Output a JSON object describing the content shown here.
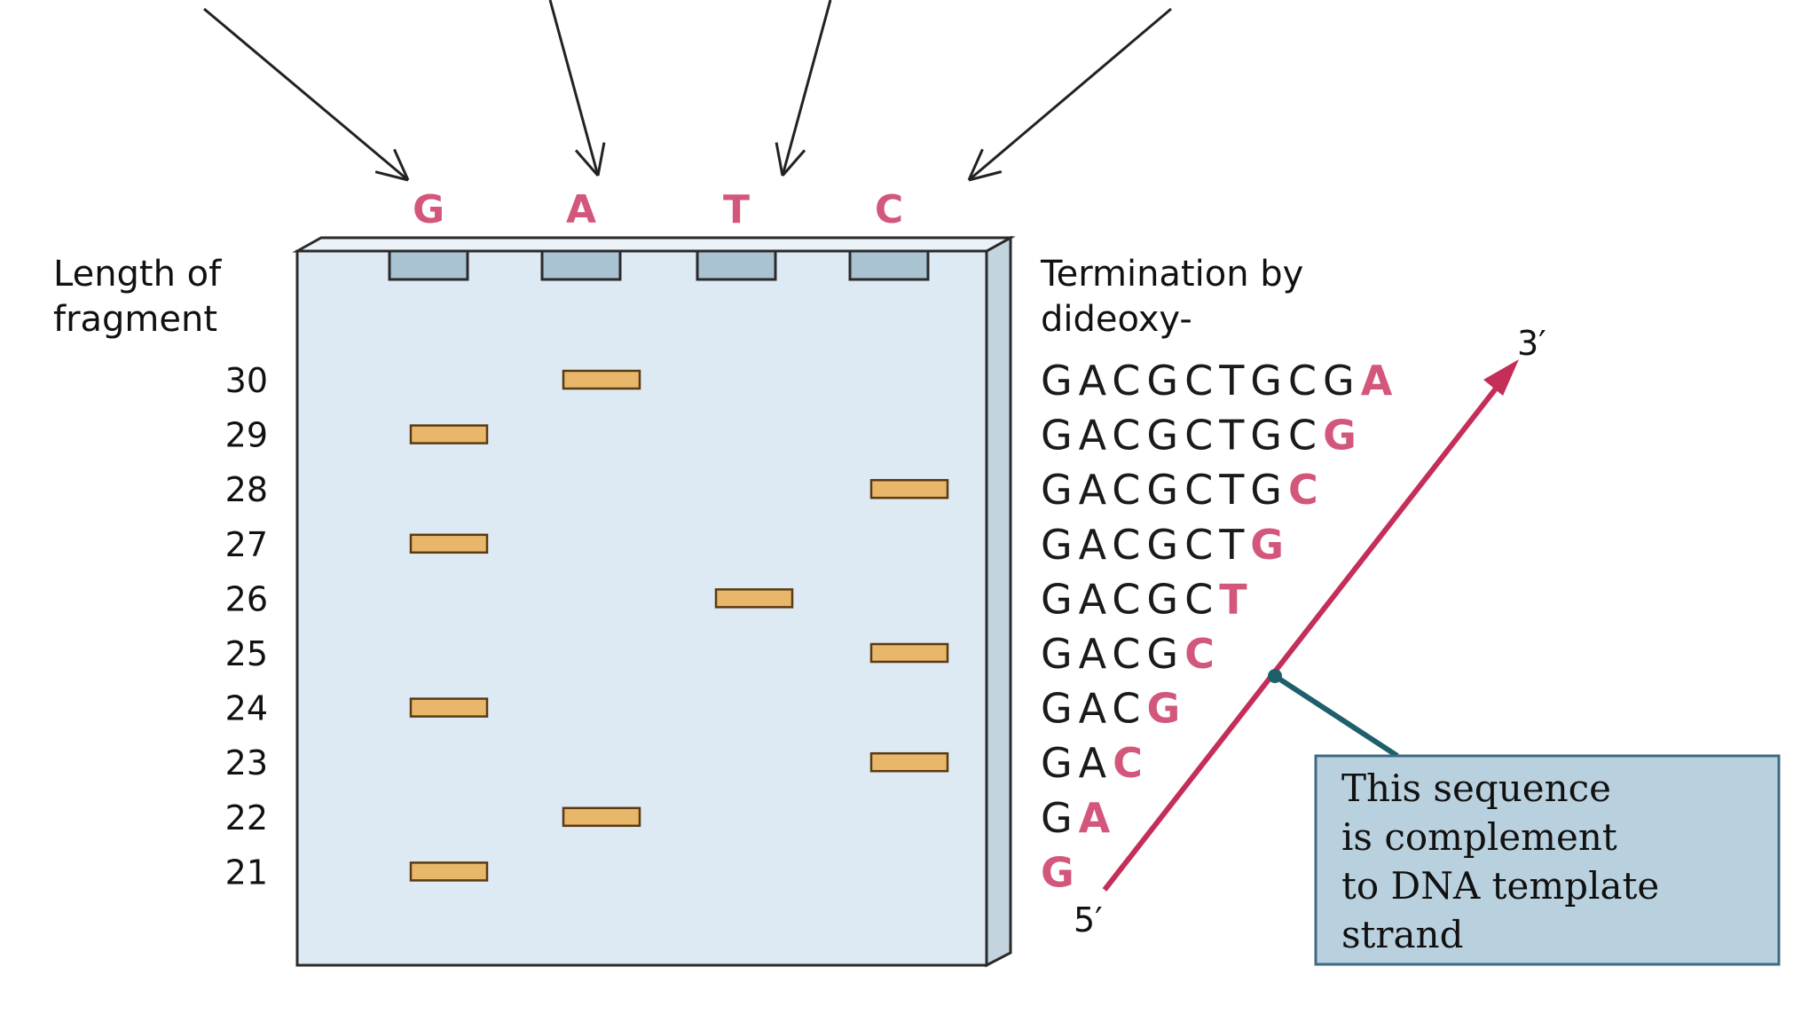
{
  "diagram": {
    "lanes": [
      "G",
      "A",
      "T",
      "C"
    ],
    "left_header": [
      "Length of",
      "fragment"
    ],
    "right_header": [
      "Termination by",
      "dideoxy-"
    ],
    "fragments": [
      {
        "length": "30",
        "lane": "A",
        "prefix": "GACGCTGCG",
        "last": "A"
      },
      {
        "length": "29",
        "lane": "G",
        "prefix": "GACGCTGC",
        "last": "G"
      },
      {
        "length": "28",
        "lane": "C",
        "prefix": "GACGCTG",
        "last": "C"
      },
      {
        "length": "27",
        "lane": "G",
        "prefix": "GACGCT",
        "last": "G"
      },
      {
        "length": "26",
        "lane": "T",
        "prefix": "GACGC",
        "last": "T"
      },
      {
        "length": "25",
        "lane": "C",
        "prefix": "GACG",
        "last": "C"
      },
      {
        "length": "24",
        "lane": "G",
        "prefix": "GAC",
        "last": "G"
      },
      {
        "length": "23",
        "lane": "C",
        "prefix": "GA",
        "last": "C"
      },
      {
        "length": "22",
        "lane": "A",
        "prefix": "G",
        "last": "A"
      },
      {
        "length": "21",
        "lane": "G",
        "prefix": "",
        "last": "G"
      }
    ],
    "strand_ends": {
      "start": "5′",
      "end": "3′"
    },
    "note_lines": [
      "This sequence",
      "is complement",
      "to DNA template",
      "strand"
    ],
    "colors": {
      "gel_fill": "#dde9f3",
      "gel_side": "#c4d4df",
      "gel_edge": "#2a2a2a",
      "well_fill": "#a9c3d3",
      "band_fill": "#e8b76a",
      "accent_pink": "#d2577b",
      "strand_arrow": "#c42e58",
      "note_fill": "#b9d1de",
      "note_edge": "#3f6a82",
      "pointer_line": "#1d5f6a"
    }
  }
}
